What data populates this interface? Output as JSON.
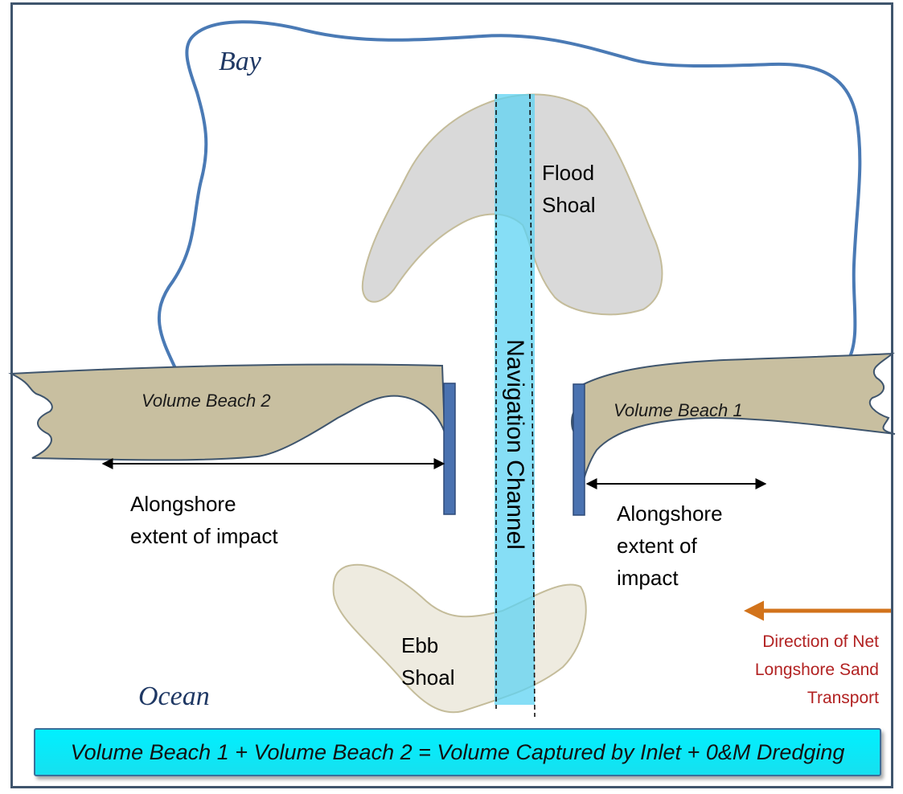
{
  "labels": {
    "bay": "Bay",
    "ocean": "Ocean",
    "flood_shoal": [
      "Flood",
      "Shoal"
    ],
    "ebb_shoal": [
      "Ebb",
      "Shoal"
    ],
    "navigation_channel": "Navigation Channel",
    "volume_beach_2": "Volume Beach 2",
    "volume_beach_1": "Volume Beach 1",
    "alongshore_left": [
      "Alongshore",
      "extent of impact"
    ],
    "alongshore_right": [
      "Alongshore",
      "extent of",
      "impact"
    ],
    "transport": [
      "Direction of Net",
      "Longshore Sand",
      "Transport"
    ],
    "equation": "Volume Beach 1 + Volume Beach 2 = Volume Captured by Inlet + 0&M Dredging"
  },
  "colors": {
    "frame": "#3f556d",
    "bay_outline": "#4a7ab5",
    "beach_fill": "#c8bfa0",
    "flood_shoal_fill": "#d9d9d9",
    "ebb_shoal_fill": "#eeebe0",
    "channel": "#5ed3f3",
    "jetty": "#4a72b0",
    "transport_arrow": "#d2731b",
    "transport_text": "#b22222",
    "equation_bar": "#00f0ff"
  }
}
